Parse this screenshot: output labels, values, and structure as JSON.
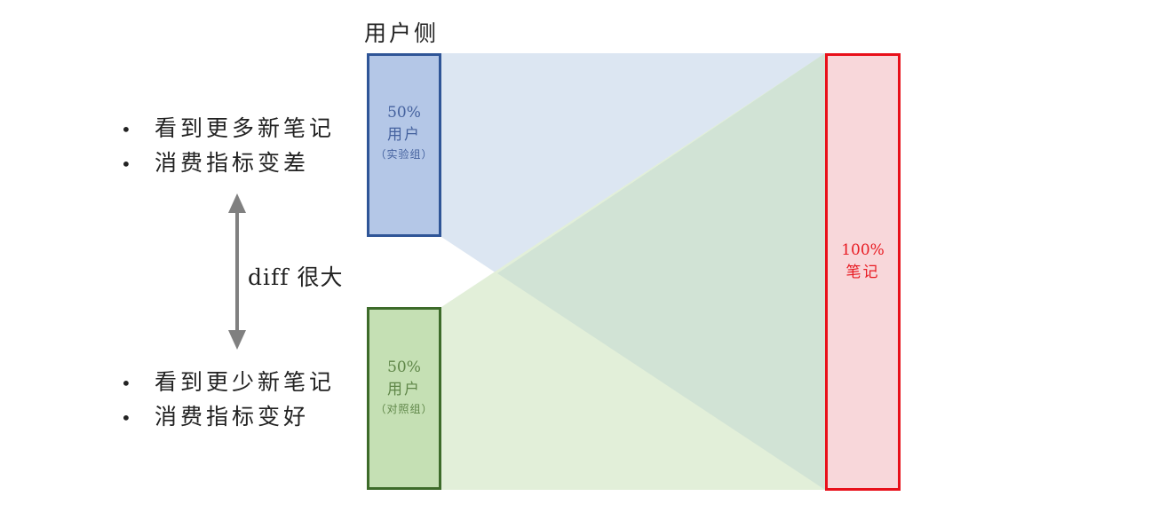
{
  "user_side": {
    "title": "用户侧"
  },
  "treatment": {
    "percent": "50%",
    "label": "用户",
    "group": "（实验组）"
  },
  "control": {
    "percent": "50%",
    "label": "用户",
    "group": "（对照组）"
  },
  "notes": {
    "percent": "100%",
    "label": "笔记"
  },
  "treatment_effects": [
    "看到更多新笔记",
    "消费指标变差"
  ],
  "control_effects": [
    "看到更少新笔记",
    "消费指标变好"
  ],
  "comparison": {
    "label": "diff 很大"
  },
  "colors": {
    "treatment_fill": "#b4c7e7",
    "treatment_border": "#2f5597",
    "control_fill": "#c5e0b4",
    "control_border": "#3d6b2a",
    "notes_fill": "#f8d7da",
    "notes_border": "#e8101a",
    "flow_blue": "#dce6f2",
    "flow_green": "#e2efd9",
    "flow_overlap": "#d1e3d5",
    "arrow": "#808080"
  }
}
